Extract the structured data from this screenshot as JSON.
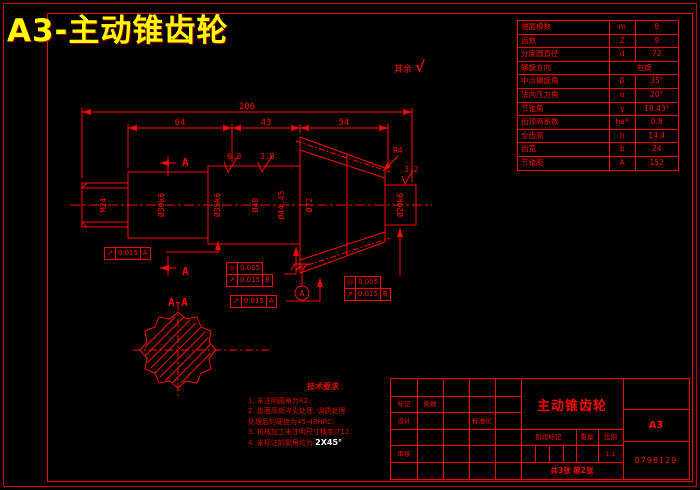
{
  "title": "A3-主动锥齿轮",
  "finish_note": {
    "label": "其余",
    "symbol": "√"
  },
  "colors": {
    "line": "#ff0000",
    "title": "#ffff00",
    "highlight": "#ffffff",
    "background": "#000000"
  },
  "param_table": {
    "rows": [
      {
        "label": "端面模数",
        "symbol": "m",
        "value": "8"
      },
      {
        "label": "齿数",
        "symbol": "Z",
        "value": "9"
      },
      {
        "label": "分度圆直径",
        "symbol": "d",
        "value": "72"
      },
      {
        "label": "螺旋方向",
        "symbol": "",
        "value": "右旋"
      },
      {
        "label": "中点螺旋角",
        "symbol": "β",
        "value": "35°"
      },
      {
        "label": "法向压力角",
        "symbol": "α",
        "value": "20°"
      },
      {
        "label": "节锥角",
        "symbol": "γ",
        "value": "18.43°"
      },
      {
        "label": "齿顶高系数",
        "symbol": "ha*",
        "value": "0.8"
      },
      {
        "label": "全齿高",
        "symbol": "h",
        "value": "14.4"
      },
      {
        "label": "齿宽",
        "symbol": "b",
        "value": "24"
      },
      {
        "label": "节锥距",
        "symbol": "A",
        "value": "152"
      }
    ]
  },
  "drawing": {
    "dims": {
      "overall": "206",
      "seg1": "64",
      "seg2": "43",
      "seg3": "54"
    },
    "labels": {
      "fillet": "R4",
      "finish1": "6.3",
      "finish2": "3.8",
      "finish3": "3.2",
      "section_mark_top": "A",
      "section_mark_bottom": "A",
      "section_view": "A-A",
      "thread": "M24",
      "dia1": "Ø30k6",
      "dia2": "Ø35k6",
      "dia3": "Ø40",
      "dia4": "Ø44.45",
      "dia5": "Ø72",
      "dia6": "Ø20k6",
      "datum": "A"
    },
    "tolerances": {
      "t1": {
        "sym": "↗",
        "val": "0.015",
        "datum": "A"
      },
      "t2": {
        "sym": "◎",
        "val": "0.005"
      },
      "t3": {
        "sym": "↗",
        "val": "0.015",
        "datum": "B"
      },
      "t4": {
        "sym": "↗",
        "val": "0.015",
        "datum": "A"
      },
      "t5": {
        "sym": "◎",
        "val": "0.005"
      },
      "t6": {
        "sym": "↗",
        "val": "0.015",
        "datum": "B"
      }
    }
  },
  "notes": {
    "title": "技术要求",
    "line1": "1. 未注明圆角为R2;",
    "line2": "2. 齿面高频淬火处理, 调质处理",
    "line3": "处理后的硬度为45-48HRC;",
    "line4": "3. 机械加工未注明尺寸精度IT12.",
    "line5_prefix": "4. 未标注的倒角均为",
    "line5_highlight": "2X45°"
  },
  "title_block": {
    "part_name": "主动锥齿轮",
    "sheet_size": "A3",
    "drawing_no": "0798129",
    "stage_label": "阶段标记",
    "weight_label": "重量",
    "scale_label": "比例",
    "scale_value": "1:1",
    "sheet_info": "共3张 第2张",
    "mark_label": "标记",
    "count_label": "处数",
    "design_label": "设计",
    "standard_label": "标准化",
    "audit_label": "审核"
  }
}
